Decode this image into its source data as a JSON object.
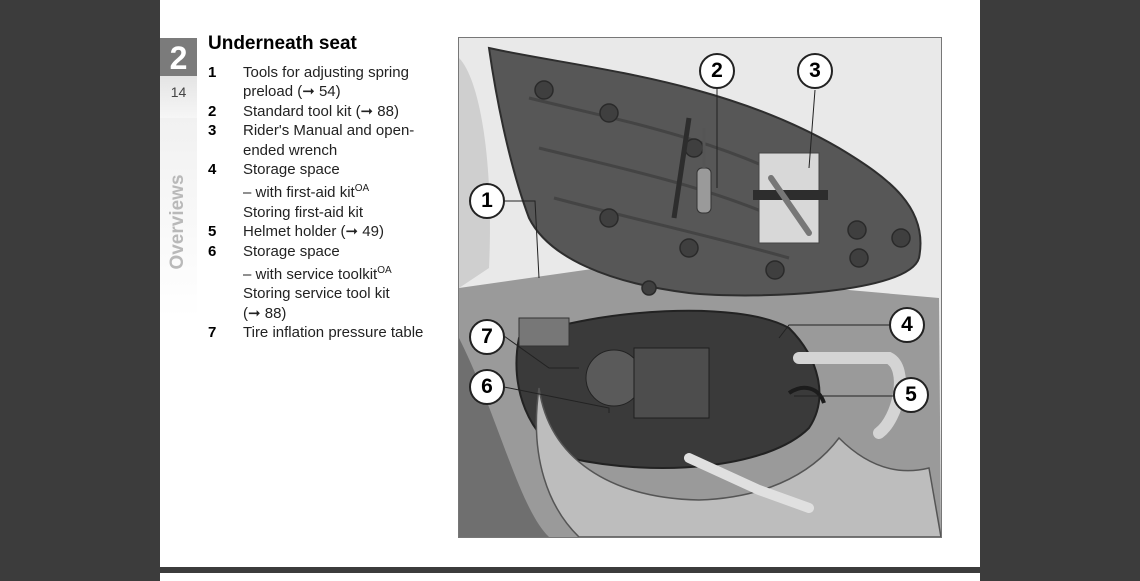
{
  "chapter": {
    "number": "2",
    "page": "14",
    "section_tab": "Overviews"
  },
  "title": "Underneath seat",
  "items": [
    {
      "num": "1",
      "lines": [
        "Tools for adjusting spring",
        "preload (➞ 54)"
      ]
    },
    {
      "num": "2",
      "lines": [
        "Standard tool kit (➞ 88)"
      ]
    },
    {
      "num": "3",
      "lines": [
        "Rider's Manual and open-",
        "ended wrench"
      ]
    },
    {
      "num": "4",
      "lines": [
        "Storage space",
        "– with first-aid kit",
        "Storing first-aid kit"
      ],
      "sup": "OA"
    },
    {
      "num": "5",
      "lines": [
        "Helmet holder (➞ 49)"
      ]
    },
    {
      "num": "6",
      "lines": [
        "Storage space",
        "– with service toolkit",
        "Storing service tool kit",
        "(➞ 88)"
      ],
      "sup": "OA"
    },
    {
      "num": "7",
      "lines": [
        "Tire inflation pressure table"
      ]
    }
  ],
  "callouts": [
    "1",
    "2",
    "3",
    "4",
    "5",
    "6",
    "7"
  ],
  "colors": {
    "background": "#3c3c3c",
    "page": "#ffffff",
    "chapter_tab": "#7b7b7b",
    "tab_label": "#b9b9b9"
  }
}
